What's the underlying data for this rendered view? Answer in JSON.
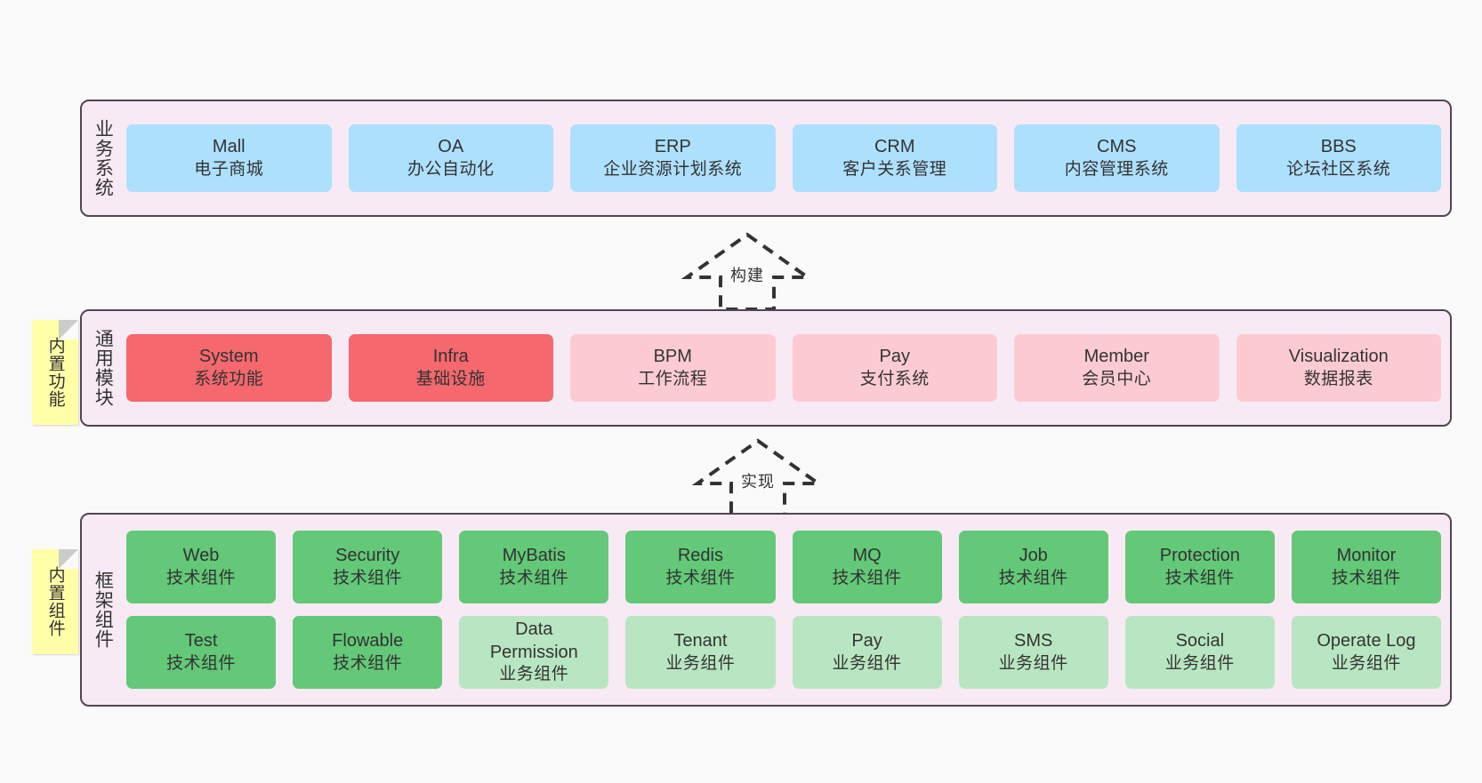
{
  "diagram": {
    "background_color": "#fafafa",
    "layer_border_color": "#4f4554",
    "layer_background_color": "#f8eaf4",
    "sticky_color": "#ffffa8"
  },
  "layers": [
    {
      "id": "business",
      "title": "业务系统",
      "accent": "#ade0fd",
      "rows": [
        {
          "cards": [
            {
              "en": "Mall",
              "cn": "电子商城",
              "style": "c-blue"
            },
            {
              "en": "OA",
              "cn": "办公自动化",
              "style": "c-blue"
            },
            {
              "en": "ERP",
              "cn": "企业资源计划系统",
              "style": "c-blue"
            },
            {
              "en": "CRM",
              "cn": "客户关系管理",
              "style": "c-blue"
            },
            {
              "en": "CMS",
              "cn": "内容管理系统",
              "style": "c-blue"
            },
            {
              "en": "BBS",
              "cn": "论坛社区系统",
              "style": "c-blue"
            }
          ]
        }
      ]
    },
    {
      "id": "common",
      "title": "通用模块",
      "sticky": "内置功能",
      "accent": "#f4686e",
      "rows": [
        {
          "cards": [
            {
              "en": "System",
              "cn": "系统功能",
              "style": "c-red"
            },
            {
              "en": "Infra",
              "cn": "基础设施",
              "style": "c-red"
            },
            {
              "en": "BPM",
              "cn": "工作流程",
              "style": "c-pink"
            },
            {
              "en": "Pay",
              "cn": "支付系统",
              "style": "c-pink"
            },
            {
              "en": "Member",
              "cn": "会员中心",
              "style": "c-pink"
            },
            {
              "en": "Visualization",
              "cn": "数据报表",
              "style": "c-pink"
            }
          ]
        }
      ]
    },
    {
      "id": "framework",
      "title": "框架组件",
      "sticky": "内置组件",
      "accent": "#63c878",
      "rows": [
        {
          "cards": [
            {
              "en": "Web",
              "cn": "技术组件",
              "style": "c-green"
            },
            {
              "en": "Security",
              "cn": "技术组件",
              "style": "c-green"
            },
            {
              "en": "MyBatis",
              "cn": "技术组件",
              "style": "c-green"
            },
            {
              "en": "Redis",
              "cn": "技术组件",
              "style": "c-green"
            },
            {
              "en": "MQ",
              "cn": "技术组件",
              "style": "c-green"
            },
            {
              "en": "Job",
              "cn": "技术组件",
              "style": "c-green"
            },
            {
              "en": "Protection",
              "cn": "技术组件",
              "style": "c-green"
            },
            {
              "en": "Monitor",
              "cn": "技术组件",
              "style": "c-green"
            }
          ]
        },
        {
          "cards": [
            {
              "en": "Test",
              "cn": "技术组件",
              "style": "c-green"
            },
            {
              "en": "Flowable",
              "cn": "技术组件",
              "style": "c-green"
            },
            {
              "en": "Data\nPermission",
              "cn": "业务组件",
              "style": "c-lightgreen"
            },
            {
              "en": "Tenant",
              "cn": "业务组件",
              "style": "c-lightgreen"
            },
            {
              "en": "Pay",
              "cn": "业务组件",
              "style": "c-lightgreen"
            },
            {
              "en": "SMS",
              "cn": "业务组件",
              "style": "c-lightgreen"
            },
            {
              "en": "Social",
              "cn": "业务组件",
              "style": "c-lightgreen"
            },
            {
              "en": "Operate Log",
              "cn": "业务组件",
              "style": "c-lightgreen"
            }
          ]
        }
      ]
    }
  ],
  "arrows": [
    {
      "id": "build",
      "label": "构建",
      "direction": "up",
      "style": "dashed-hollow"
    },
    {
      "id": "realize",
      "label": "实现",
      "direction": "up",
      "style": "dashed-hollow"
    }
  ]
}
